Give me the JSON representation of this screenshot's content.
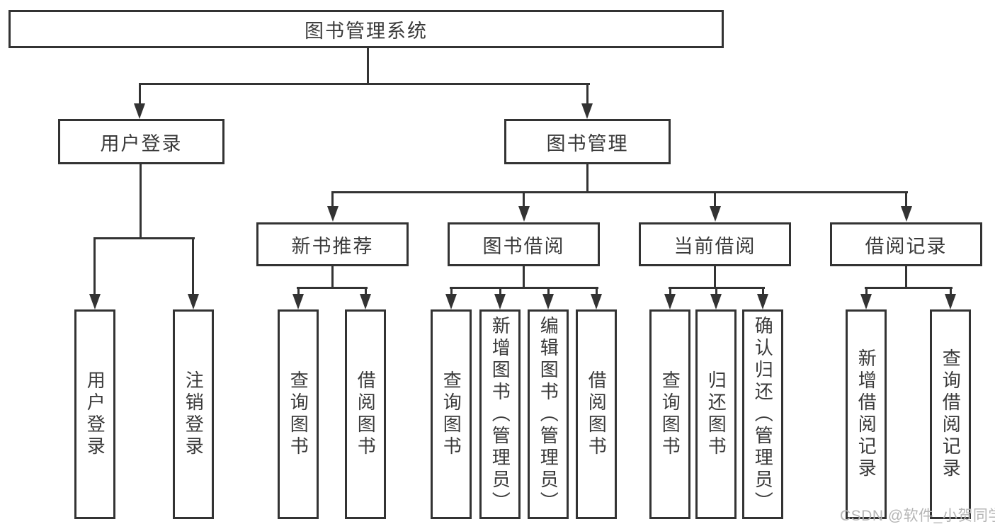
{
  "diagram_title": "图书管理系统",
  "colors": {
    "background": "#ffffff",
    "box_border": "#333333",
    "connector_line": "#333333",
    "text": "#3a3a3a",
    "watermark": "#b5b5b5"
  },
  "tree": {
    "root": {
      "label": "图书管理系统"
    },
    "branches": [
      {
        "label": "用户登录",
        "children": [
          {
            "label": "用户登录"
          },
          {
            "label": "注销登录"
          }
        ]
      },
      {
        "label": "图书管理",
        "children": [
          {
            "label": "新书推荐",
            "children": [
              {
                "label": "查询图书"
              },
              {
                "label": "借阅图书"
              }
            ]
          },
          {
            "label": "图书借阅",
            "children": [
              {
                "label": "查询图书"
              },
              {
                "label": "新增图书（管理员）"
              },
              {
                "label": "编辑图书（管理员）"
              },
              {
                "label": "借阅图书"
              }
            ]
          },
          {
            "label": "当前借阅",
            "children": [
              {
                "label": "查询图书"
              },
              {
                "label": "归还图书"
              },
              {
                "label": "确认归还（管理员）"
              }
            ]
          },
          {
            "label": "借阅记录",
            "children": [
              {
                "label": "新增借阅记录"
              },
              {
                "label": "查询借阅记录"
              }
            ]
          }
        ]
      }
    ]
  },
  "watermark": {
    "text": "CSDN @软件_小贺同学"
  }
}
